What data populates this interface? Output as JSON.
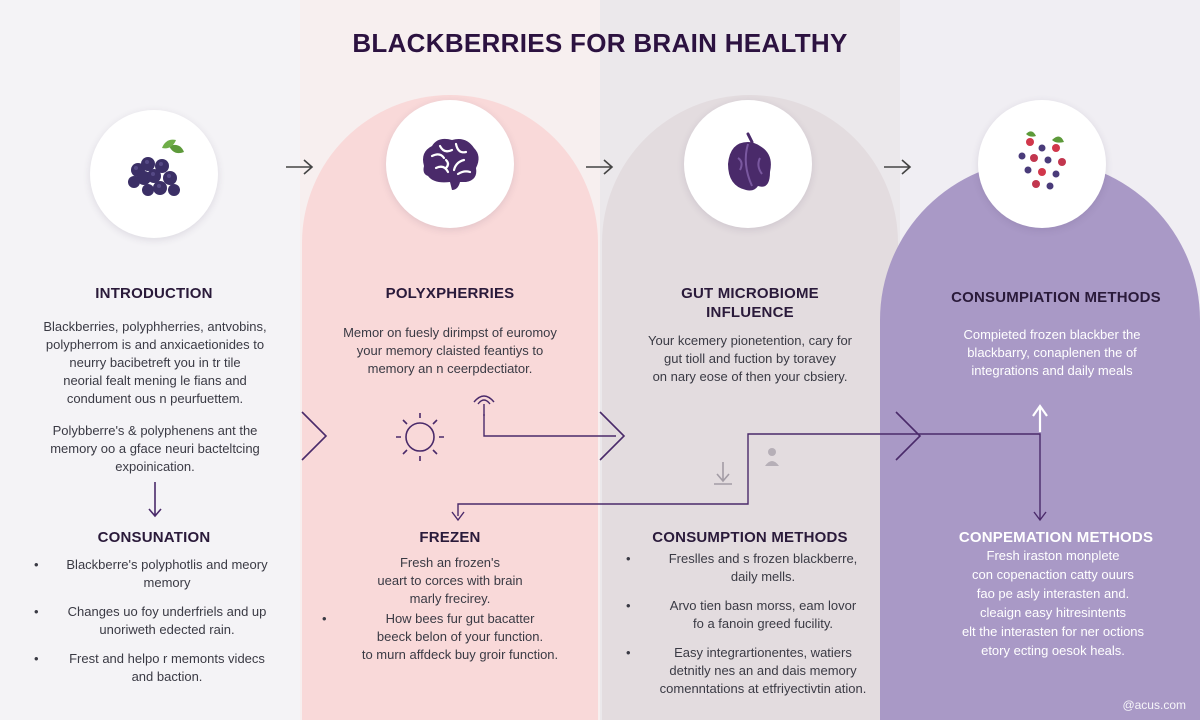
{
  "title": "BLACKBERRIES FOR BRAIN HEALTHY",
  "icons": [
    "blackberry-cluster-icon",
    "brain-icon",
    "berry-gut-icon",
    "mixed-berries-icon",
    "sun-icon",
    "signal-icon",
    "download-icon",
    "person-icon"
  ],
  "colors": {
    "accent": "#4a2a6a",
    "panel_pink": "#f9d9d9",
    "panel_grey": "#e3dcdf",
    "panel_purple": "#a695c3"
  },
  "columns": [
    {
      "heading": "INTRODUCTION",
      "text_lines": [
        "Blackberries, polyphherries, antvobins,",
        "polypherrom is and anxicaetionides to",
        "neurry bacibetreft you in tr tile",
        "neorial fealt mening le fians and",
        "condument ous n peurfuettem."
      ],
      "text2_lines": [
        "Polybberre's & polyphenens ant the",
        "memory oo a gface neuri bacteltcing",
        "expoinication."
      ],
      "sub_heading": "CONSUNATION",
      "bullets": [
        {
          "lines": [
            "Blackberre's polyphotlis and meory",
            "memory"
          ]
        },
        {
          "lines": [
            "Changes uo foy underfriels and up",
            "unoriweth edected rain."
          ]
        },
        {
          "lines": [
            "Frest and helpo r memonts videcs",
            "and baction."
          ]
        }
      ]
    },
    {
      "heading": "POLYXPHERRIES",
      "text_lines": [
        "Memor on fuesly dirimpst of euromoy",
        "your memory claisted feantiys to",
        "memory an n ceerpdectiator."
      ],
      "sub_heading": "FREZEN",
      "text2_lines": [
        "Fresh an frozen's",
        "ueart to corces with brain",
        "marly frecirey."
      ],
      "bullets": [
        {
          "lines": [
            "How bees fur gut bacatter",
            "beeck belon of your function.",
            "to murn affdeck buy groir function."
          ]
        }
      ]
    },
    {
      "heading_lines": [
        "GUT MICROBIOME",
        "INFLUENCE"
      ],
      "text_lines": [
        "Your kcemery pionetention, cary for",
        "gut tioll and fuction by toravey",
        "on nary eose of then your cbsiery."
      ],
      "sub_heading": "CONSUMPTION METHODS",
      "bullets": [
        {
          "lines": [
            "Freslles and s frozen blackberre,",
            "daily mells."
          ]
        },
        {
          "lines": [
            "Arvo tien basn morss, eam lovor",
            "fo a fanoin greed fucility."
          ]
        },
        {
          "lines": [
            "Easy integrartionentes, watiers",
            "detnitly nes an and dais memory",
            "comenntations at etfriyectivtin ation."
          ]
        }
      ]
    },
    {
      "heading": "CONSUMPIATION METHODS",
      "text_lines": [
        "Compieted frozen blackber the",
        "blackbarry, conaplenen the of",
        "integrations and daily meals"
      ],
      "sub_heading": "CONPEMATION METHODS",
      "text2_lines": [
        "Fresh iraston monplete",
        "con copenaction catty ouurs",
        "fao pe asly interasten and.",
        "cleaign easy hitresintents",
        "elt the interasten for ner octions",
        "etory ecting oesok heals."
      ]
    }
  ],
  "watermark": "@acus.com"
}
